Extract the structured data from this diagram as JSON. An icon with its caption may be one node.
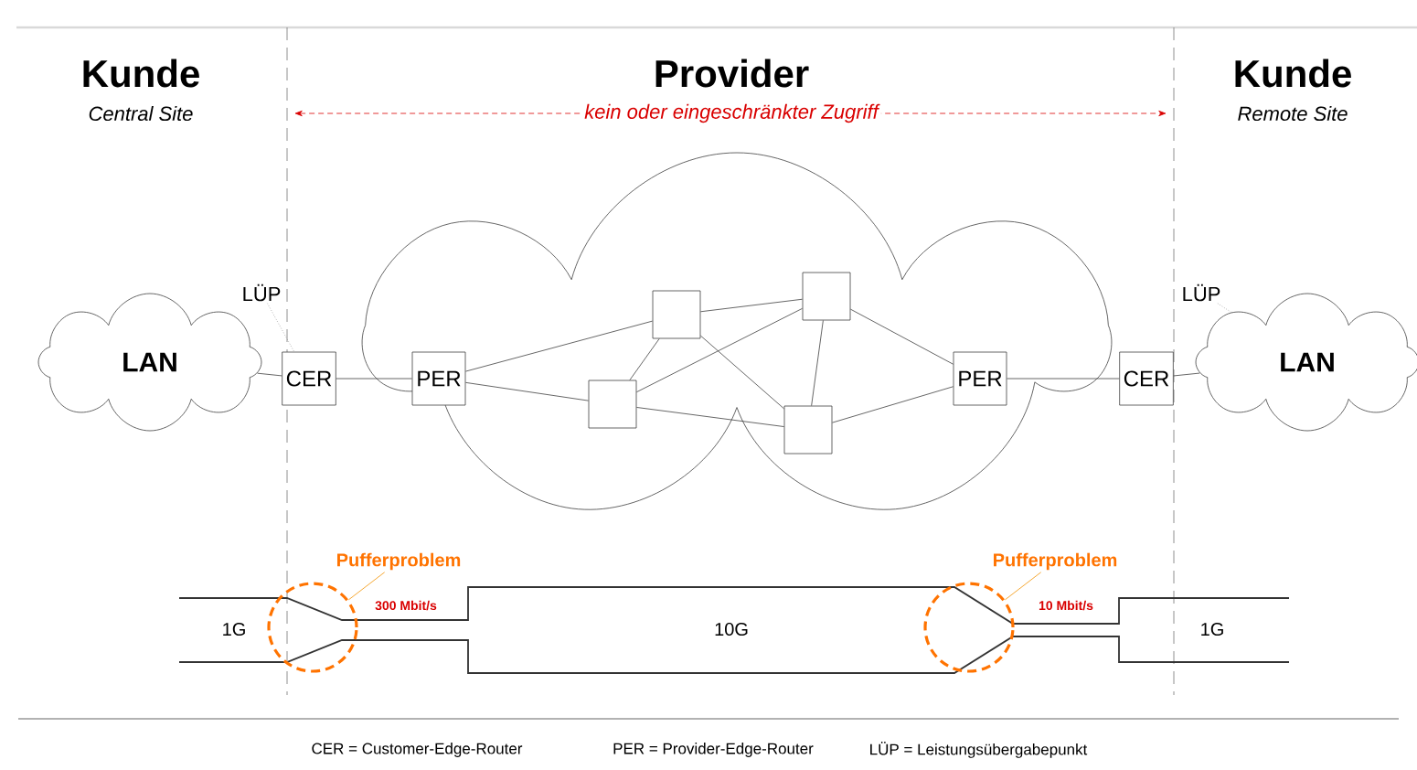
{
  "diagram": {
    "nodes": [
      {
        "text": [
          "LAN"
        ]
      },
      {
        "text": [
          "CER"
        ]
      },
      {
        "text": [],
        "shape": "cloud"
      },
      {
        "text": [
          "PER"
        ],
        "in": 2
      },
      {
        "text": [],
        "shape": "box",
        "in": 2
      },
      {
        "text": [],
        "shape": "box",
        "in": 2
      },
      {
        "text": [],
        "shape": "box",
        "in": 2
      },
      {
        "text": [],
        "shape": "box",
        "in": 2
      },
      {
        "text": [
          "PER"
        ],
        "in": 2
      },
      {
        "text": [
          "CER"
        ]
      },
      {
        "text": [
          "LAN"
        ]
      },
      {
        "text": [
          "LÜP"
        ]
      },
      {
        "text": [
          "LÜP"
        ]
      },
      {
        "text": [
          "Pufferproblem"
        ]
      },
      {
        "text": [],
        "shape": "circle"
      },
      {
        "text": [
          "Pufferproblem"
        ]
      },
      {
        "text": [],
        "shape": "circle"
      }
    ],
    "edges": [
      {
        "from": 0,
        "to": 1,
        "arrow": "none"
      },
      {
        "from": 1,
        "to": 3,
        "arrow": "none"
      },
      {
        "from": 3,
        "to": 4,
        "arrow": "none"
      },
      {
        "from": 3,
        "to": 6,
        "arrow": "none"
      },
      {
        "from": 4,
        "to": 6,
        "arrow": "none"
      },
      {
        "from": 4,
        "to": 5,
        "arrow": "none"
      },
      {
        "from": 4,
        "to": 7,
        "arrow": "none"
      },
      {
        "from": 6,
        "to": 5,
        "arrow": "none"
      },
      {
        "from": 6,
        "to": 7,
        "arrow": "none"
      },
      {
        "from": 5,
        "to": 7,
        "arrow": "none"
      },
      {
        "from": 5,
        "to": 8,
        "arrow": "none"
      },
      {
        "from": 7,
        "to": 8,
        "arrow": "none"
      },
      {
        "from": 8,
        "to": 9,
        "arrow": "none"
      },
      {
        "from": 9,
        "to": 10,
        "arrow": "none"
      },
      {
        "from": 11,
        "to": 1,
        "arrow": "none",
        "style": "dashed",
        "color": "#8c8c8c"
      },
      {
        "from": 12,
        "to": 10,
        "arrow": "none",
        "style": "dashed",
        "color": "#8c8c8c"
      },
      {
        "from": 13,
        "to": 14,
        "arrow": "none",
        "color": "#f39200"
      },
      {
        "from": 15,
        "to": 16,
        "arrow": "none",
        "color": "#f39200"
      }
    ],
    "labels": [
      "Kunde",
      "Central Site",
      "Provider",
      "kein oder eingeschränkter Zugriff",
      "Kunde",
      "Remote Site",
      "1G",
      "300 Mbit/s",
      "10G",
      "10 Mbit/s",
      "1G",
      "CER = Customer-Edge-Router",
      "PER = Provider-Edge-Router",
      "LÜP = Leistungsübergabepunkt"
    ]
  }
}
